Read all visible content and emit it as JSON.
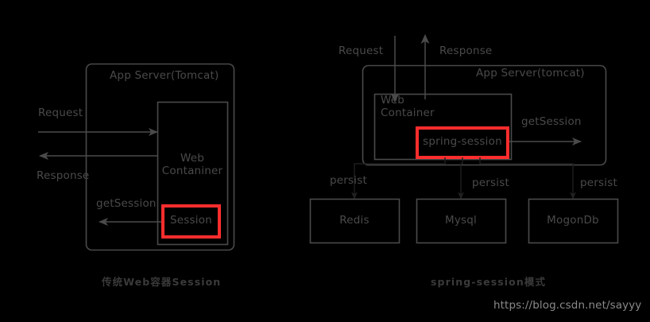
{
  "diagram": {
    "background_color": "#000000",
    "stroke_color": "#4a4a4a",
    "text_color": "#4a4a4a",
    "highlight_color": "#ff2d2d",
    "watermark_color": "#8a8a8a",
    "watermark": "https://blog.csdn.net/sayyy"
  },
  "left": {
    "caption": "传统Web容器Session",
    "app_server_label": "App Server(Tomcat)",
    "web_container_label": "Web Contaniner",
    "session_label": "Session",
    "arrows": [
      {
        "name": "request",
        "label": "Request",
        "direction": "right"
      },
      {
        "name": "response",
        "label": "Response",
        "direction": "left"
      },
      {
        "name": "get-session",
        "label": "getSession",
        "direction": "left"
      }
    ]
  },
  "right": {
    "caption": "spring-session模式",
    "app_server_label": "App Server(tomcat)",
    "web_container_label": "Web Container",
    "spring_session_label": "spring-session",
    "arrows": [
      {
        "name": "request",
        "label": "Request",
        "direction": "down"
      },
      {
        "name": "response",
        "label": "Response",
        "direction": "up"
      },
      {
        "name": "get-session",
        "label": "getSession",
        "direction": "right"
      }
    ],
    "persist_labels": [
      "persist",
      "persist",
      "persist"
    ],
    "stores": [
      {
        "name": "redis",
        "label": "Redis"
      },
      {
        "name": "mysql",
        "label": "Mysql"
      },
      {
        "name": "mongodb",
        "label": "MogonDb"
      }
    ]
  }
}
